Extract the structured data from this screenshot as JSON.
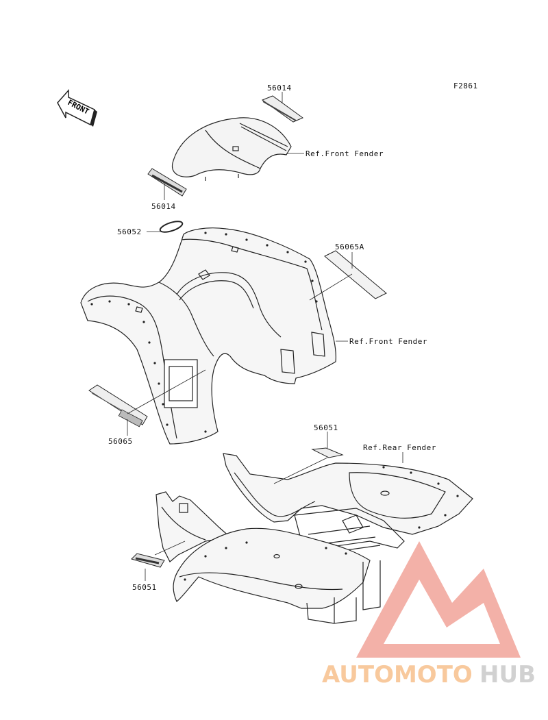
{
  "figure_code": "F2861",
  "front_arrow_label": "FRONT",
  "parts": {
    "front_decal_stripe": "56014",
    "front_logo_decal": "56014",
    "emblem": "56052",
    "rear_right_decal": "56065A",
    "side_decal": "56065",
    "rear_fender_decal": "56051",
    "rear_left_emblem": "56051"
  },
  "references": {
    "front_fender_top": "Ref.Front Fender",
    "front_fender_main": "Ref.Front Fender",
    "rear_fender": "Ref.Rear Fender"
  },
  "watermark": {
    "word1": "AUTOMOTO",
    "word2": "HUB",
    "colors": {
      "accent": "#f2a49a",
      "word1": "#f7c08c",
      "word2": "#c9c9c9"
    }
  }
}
